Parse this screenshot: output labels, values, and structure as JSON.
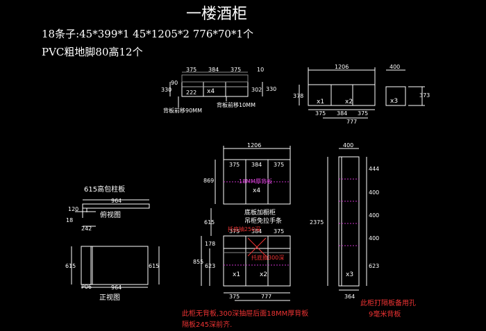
{
  "title": "一楼酒柜",
  "info": {
    "line1": "18条子:45*399*1   45*1205*2   776*70*1个",
    "line2": "PVC粗地脚80高12个"
  },
  "top_small": {
    "dims": [
      "375",
      "384",
      "375",
      "10",
      "90",
      "330",
      "222",
      "302",
      "330"
    ],
    "x_label": "x4",
    "notes": [
      "背板前移90MM",
      "背板前移10MM"
    ]
  },
  "top_front": {
    "width": "1206",
    "height": "378",
    "bottom_dims": [
      "375",
      "384",
      "375"
    ],
    "total_bottom": "777",
    "labels": [
      "x1",
      "x2"
    ]
  },
  "top_side": {
    "width": "400",
    "height": "373",
    "label": "x3"
  },
  "pillar": {
    "title": "615高包柱板",
    "top_view": {
      "width": "964",
      "left_dims": [
        "120",
        "18",
        "242"
      ],
      "label": "俯视图"
    },
    "front_view": {
      "width": "964",
      "height": "615",
      "tag": "P06",
      "label": "正视图"
    }
  },
  "main_front": {
    "width": "1206",
    "upper_dims": [
      "375",
      "384",
      "375"
    ],
    "upper_height": "869",
    "upper_note": "18MM厚背板",
    "upper_label": "x4",
    "mid_notes": [
      "底板加橱柜",
      "吊柜免拉手条"
    ],
    "gap": "615",
    "lower_width_dims": [
      "375",
      "384",
      "375"
    ],
    "lower_left_dims": [
      "178",
      "855",
      "623"
    ],
    "drawer_notes": [
      "托底抽250深",
      "托底抽300深"
    ],
    "lower_labels": [
      "x1",
      "x2"
    ],
    "bottom_dims": [
      "375",
      "777"
    ],
    "red_notes": [
      "此柜无背板,300深抽屉后面18MM厚背板",
      "隔板245深前齐."
    ]
  },
  "main_side": {
    "width": "400",
    "height": "2375",
    "right_dims": [
      "444",
      "400",
      "400",
      "400",
      "623"
    ],
    "label": "x3",
    "bottom": "364",
    "red_notes": [
      "此柜打隔板备用孔",
      "9毫米背板"
    ]
  }
}
